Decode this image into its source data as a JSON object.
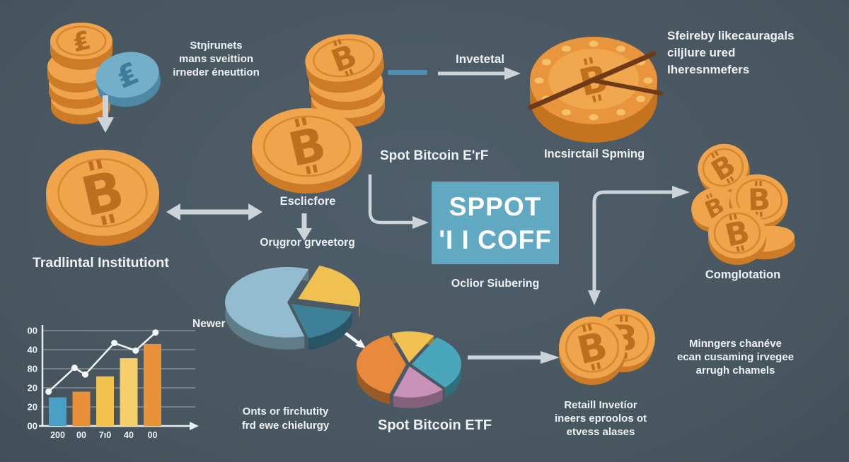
{
  "background": "#4b5b67",
  "colors": {
    "accent_box": "#61a8c3",
    "arrow": "#ccd4d9",
    "text": "#edf1f4",
    "coin_orange_face": "#f0a44b",
    "coin_orange_side": "#cd7b26",
    "coin_blue_face": "#74aec9",
    "blue_dash": "#4a8fb5"
  },
  "icons": {
    "bitcoin_symbol": "B",
    "pound_symbol": "₤"
  },
  "top_left_note": {
    "lines": [
      "Stŋirunets",
      "mans sveittion",
      "irneder éneuttion"
    ]
  },
  "top_right_note": {
    "lines": [
      "Sfeireby likecauragals",
      "ciljlure ured",
      "Iheresnmefers"
    ]
  },
  "flow": {
    "invetetal_label": "Invetetal",
    "industrial_label": "Incsirctail Spming",
    "traditional_label": "Tradlintal Institutiont",
    "eschfore_label": "Esclicfore",
    "orujgror_label": "Orųgror grveetorg",
    "spot_heading": "Spot Bitcoin E'rF",
    "box_line1": "SPPOT",
    "box_line2": "'I I COFF",
    "oclior_label": "Oclior Siubering",
    "comglotation_label": "Comglotation",
    "newer_label": "Newer",
    "pie2_caption": "Spot Bitcoin ETF",
    "onts_note": {
      "lines": [
        "Onts or firchutity",
        "frd ewe chielurgy"
      ]
    },
    "retail_note": {
      "lines": [
        "Retaill Invetíor",
        "ineers eproolos ot",
        "etvess alases"
      ]
    },
    "minngers_note": {
      "lines": [
        "Minngers chanéve",
        "ecan cusaming irvegee",
        "arrugh chamels"
      ]
    }
  },
  "chart_data": [
    {
      "type": "bar",
      "title": "",
      "categories": [
        "200",
        "00",
        "7ı0",
        "40",
        "00"
      ],
      "values": [
        30,
        36,
        52,
        71,
        86
      ],
      "bar_colors": [
        "#4a9fc4",
        "#e88f38",
        "#f2c14e",
        "#f6cf6b",
        "#e8923a"
      ],
      "y_tick_labels": [
        "00",
        "40",
        "80",
        "20",
        "20",
        "00"
      ],
      "ylim": [
        0,
        100
      ],
      "grid": true,
      "line_overlay": {
        "x_frac": [
          0.04,
          0.21,
          0.28,
          0.47,
          0.61,
          0.74
        ],
        "values": [
          36,
          61,
          54,
          87,
          79,
          98
        ],
        "color": "#f4f7f8"
      }
    },
    {
      "type": "pie",
      "name": "newer-pie",
      "labels": [
        "yellow-slice",
        "teal-slice",
        "blue-slice"
      ],
      "values": [
        23,
        17,
        60
      ],
      "colors": [
        "#f0c050",
        "#3e8097",
        "#93bcd0"
      ],
      "start_deg": -70
    },
    {
      "type": "pie",
      "name": "spot-etf-pie",
      "title": "Spot Bitcoin ETF",
      "labels": [
        "teal-slice",
        "pink-slice",
        "orange-slice",
        "yellow-slice"
      ],
      "values": [
        30,
        17,
        39,
        14
      ],
      "colors": [
        "#4aa6bb",
        "#c891b9",
        "#e8893b",
        "#f0c050"
      ],
      "start_deg": -60
    }
  ]
}
